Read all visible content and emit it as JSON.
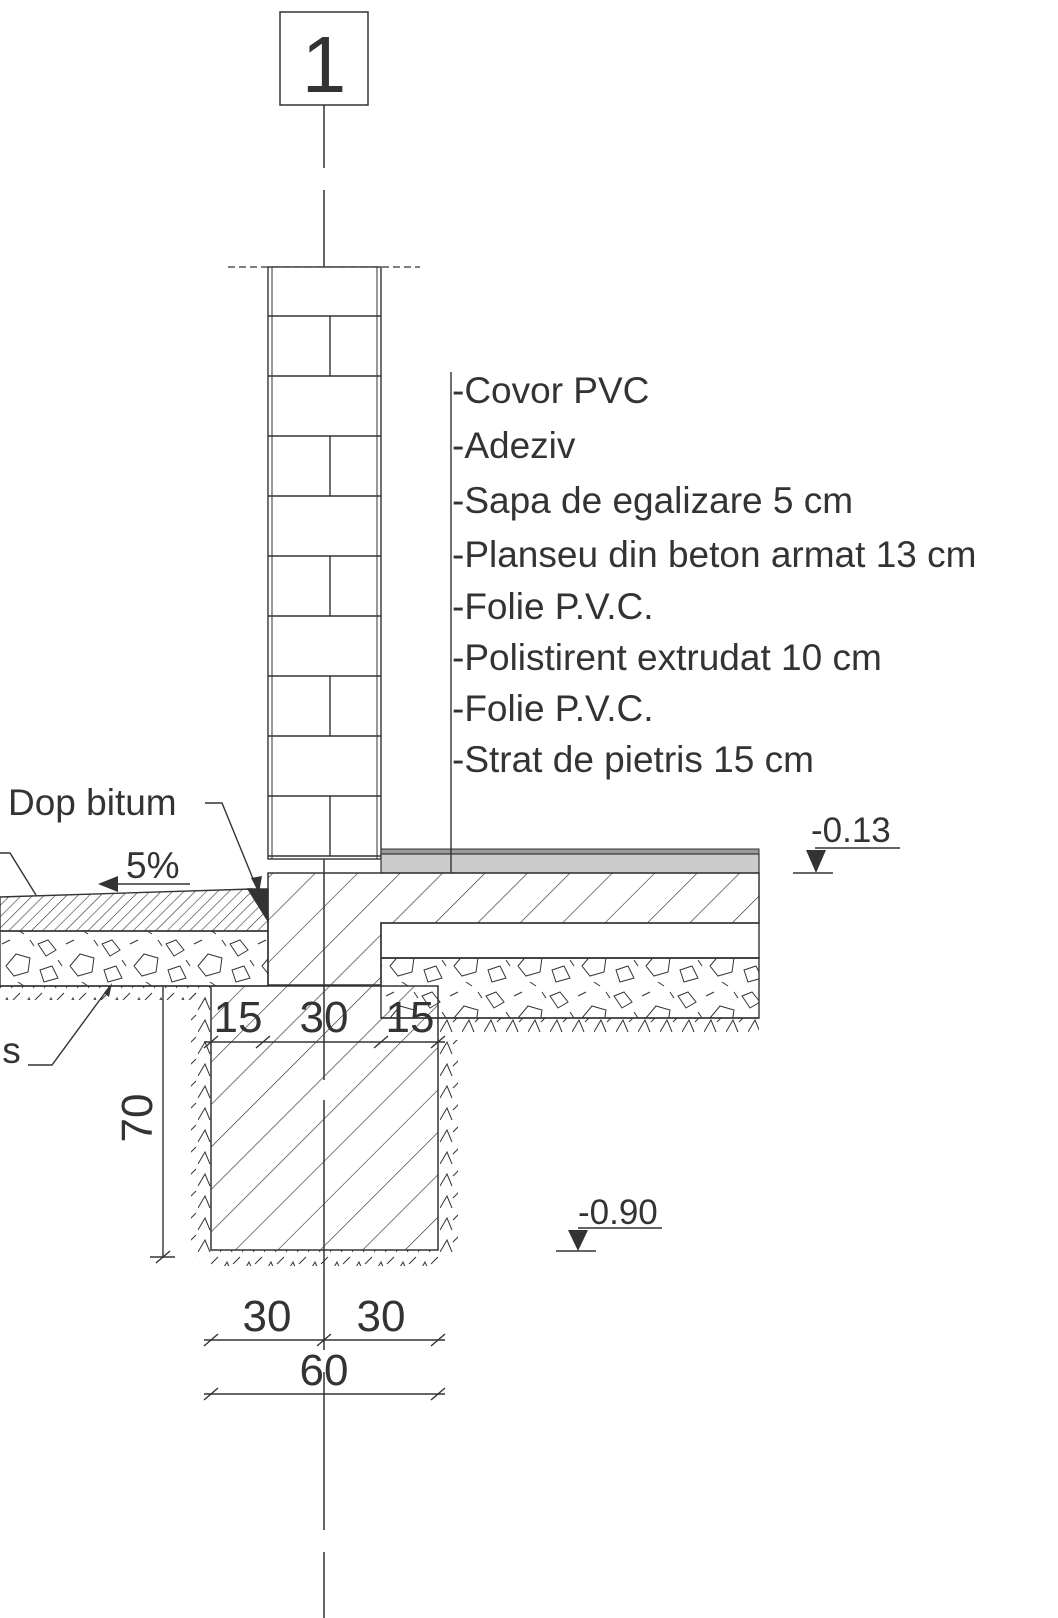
{
  "axis": {
    "label": "1"
  },
  "layers": [
    "-Covor PVC",
    "-Adeziv",
    "-Sapa de egalizare 5 cm",
    "-Planseu din beton armat 13 cm",
    "-Folie P.V.C.",
    "-Polistirent extrudat 10 cm",
    "-Folie P.V.C.",
    "-Strat de pietris 15 cm"
  ],
  "labels": {
    "dop_bitum": "Dop bitum",
    "slope": "5%",
    "pietris_fragment": "is"
  },
  "levels": {
    "floor": "-0.13",
    "foundation": "-0.90"
  },
  "dimensions": {
    "top": [
      "15",
      "30",
      "15"
    ],
    "height": "70",
    "bottom_halves": [
      "30",
      "30"
    ],
    "bottom_total": "60"
  },
  "colors": {
    "line": "#333333",
    "floor_fill": "#cccccc",
    "background": "#ffffff"
  }
}
